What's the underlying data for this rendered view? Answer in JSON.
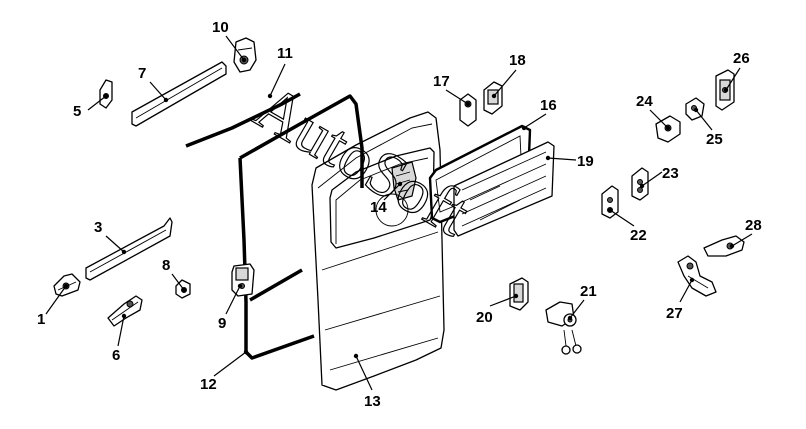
{
  "diagram": {
    "watermark": "AutoSoft",
    "callouts": [
      {
        "id": "1",
        "label": "1"
      },
      {
        "id": "3",
        "label": "3"
      },
      {
        "id": "5",
        "label": "5"
      },
      {
        "id": "6",
        "label": "6"
      },
      {
        "id": "7",
        "label": "7"
      },
      {
        "id": "8",
        "label": "8"
      },
      {
        "id": "9",
        "label": "9"
      },
      {
        "id": "10",
        "label": "10"
      },
      {
        "id": "11",
        "label": "11"
      },
      {
        "id": "12",
        "label": "12"
      },
      {
        "id": "13",
        "label": "13"
      },
      {
        "id": "14",
        "label": "14"
      },
      {
        "id": "16",
        "label": "16"
      },
      {
        "id": "17",
        "label": "17"
      },
      {
        "id": "18",
        "label": "18"
      },
      {
        "id": "19",
        "label": "19"
      },
      {
        "id": "20",
        "label": "20"
      },
      {
        "id": "21",
        "label": "21"
      },
      {
        "id": "22",
        "label": "22"
      },
      {
        "id": "23",
        "label": "23"
      },
      {
        "id": "24",
        "label": "24"
      },
      {
        "id": "25",
        "label": "25"
      },
      {
        "id": "26",
        "label": "26"
      },
      {
        "id": "27",
        "label": "27"
      },
      {
        "id": "28",
        "label": "28"
      }
    ]
  }
}
